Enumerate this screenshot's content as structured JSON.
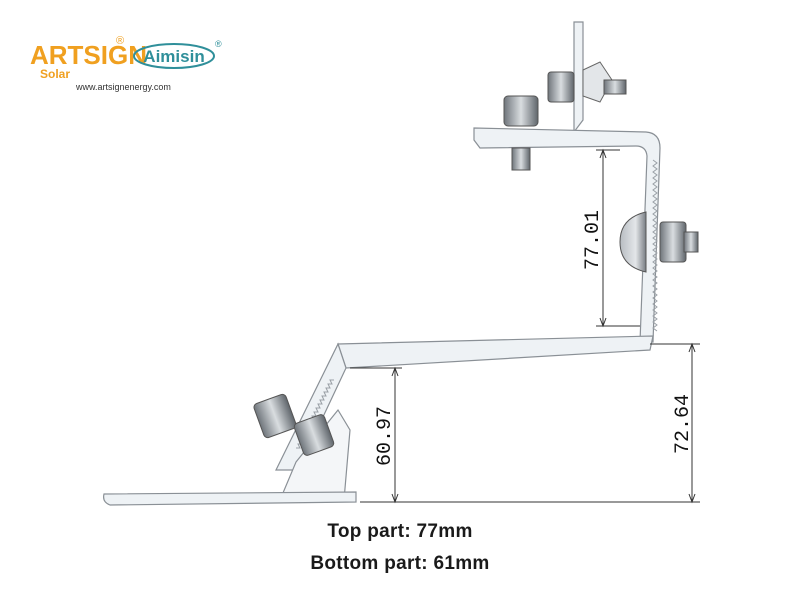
{
  "brand": {
    "primary": "ARTSIGN",
    "sub": "Solar",
    "secondary": "Aimisin",
    "registered": "®",
    "website": "www.artsignenergy.com",
    "colors": {
      "orange": "#f0a020",
      "teal": "#2f8f9a"
    }
  },
  "dimensions": {
    "top_height": "77.01",
    "overall_height": "72.64",
    "bottom_height": "60.97"
  },
  "captions": {
    "top": "Top part: 77mm",
    "bottom": "Bottom part: 61mm"
  },
  "colors": {
    "metal": "#e9eef2",
    "outline": "#8a9096",
    "bolt": "#9aa0a6",
    "dim_line": "#333333"
  }
}
